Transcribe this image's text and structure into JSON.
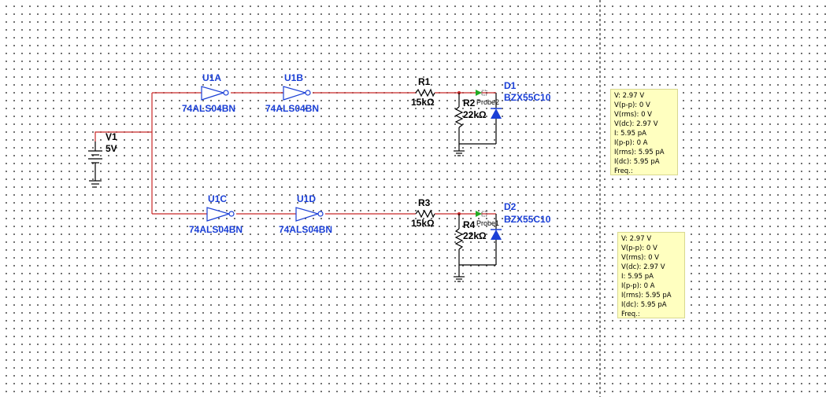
{
  "components": {
    "V1": {
      "ref": "V1",
      "value": "5V"
    },
    "U1A": {
      "ref": "U1A",
      "model": "74ALS04BN"
    },
    "U1B": {
      "ref": "U1B",
      "model": "74ALS04BN"
    },
    "U1C": {
      "ref": "U1C",
      "model": "74ALS04BN"
    },
    "U1D": {
      "ref": "U1D",
      "model": "74ALS04BN"
    },
    "R1": {
      "ref": "R1",
      "value": "15kΩ"
    },
    "R2": {
      "ref": "R2",
      "value": "22kΩ"
    },
    "R3": {
      "ref": "R3",
      "value": "15kΩ"
    },
    "R4": {
      "ref": "R4",
      "value": "22kΩ"
    },
    "D1": {
      "ref": "D1",
      "model": "BZX55C10"
    },
    "D2": {
      "ref": "D2",
      "model": "BZX55C10"
    }
  },
  "probes": {
    "probe2": {
      "label": "Probe2",
      "readings": [
        "V: 2.97 V",
        "V(p-p): 0 V",
        "V(rms): 0 V",
        "V(dc): 2.97 V",
        "I: 5.95 pA",
        "I(p-p): 0 A",
        "I(rms): 5.95 pA",
        "I(dc): 5.95 pA",
        "Freq.:"
      ]
    },
    "probe1": {
      "label": "Probe1",
      "readings": [
        "V: 2.97 V",
        "V(p-p): 0 V",
        "V(rms): 0 V",
        "V(dc): 2.97 V",
        "I: 5.95 pA",
        "I(p-p): 0 A",
        "I(rms): 5.95 pA",
        "I(dc): 5.95 pA",
        "Freq.:"
      ]
    }
  },
  "colors": {
    "wire": "#c82828",
    "component": "#1a3fd6",
    "probe_bg": "#ffffc0",
    "probe_arrow": "#22aa22"
  }
}
